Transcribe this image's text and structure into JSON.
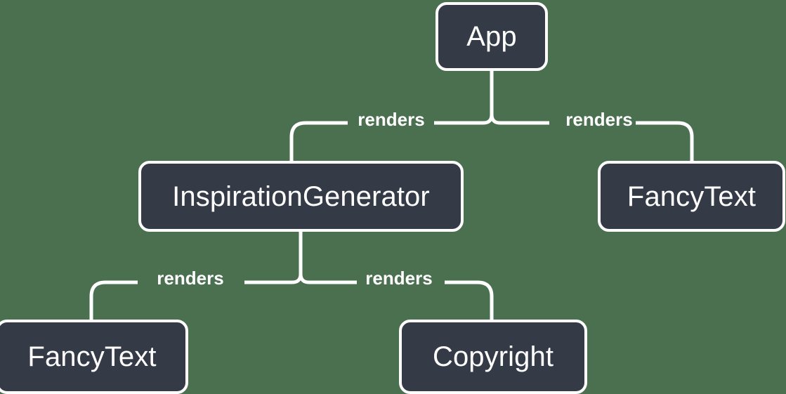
{
  "diagram": {
    "type": "component-tree",
    "background_color": "#4a7050",
    "node_fill_color": "#343a46",
    "node_border_color": "#ffffff",
    "edge_color": "#ffffff",
    "label_color": "#ffffff",
    "nodes": [
      {
        "id": "app",
        "label": "App"
      },
      {
        "id": "inspirationgenerator",
        "label": "InspirationGenerator"
      },
      {
        "id": "fancytext-right",
        "label": "FancyText"
      },
      {
        "id": "fancytext-left",
        "label": "FancyText"
      },
      {
        "id": "copyright",
        "label": "Copyright"
      }
    ],
    "edges": [
      {
        "from": "app",
        "to": "inspirationgenerator",
        "label": "renders"
      },
      {
        "from": "app",
        "to": "fancytext-right",
        "label": "renders"
      },
      {
        "from": "inspirationgenerator",
        "to": "fancytext-left",
        "label": "renders"
      },
      {
        "from": "inspirationgenerator",
        "to": "copyright",
        "label": "renders"
      }
    ]
  }
}
